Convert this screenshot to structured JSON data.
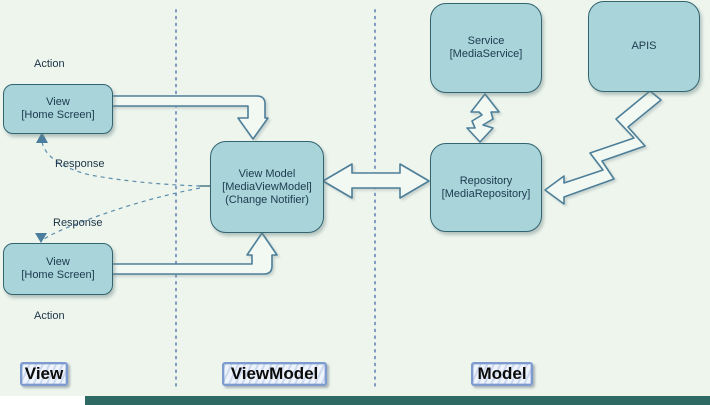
{
  "colors": {
    "background": "#edf5ed",
    "node_fill": "#a8d4da",
    "node_border": "#336570",
    "arrow_outline": "#4d7f99",
    "dashed_line": "#5d8cab",
    "dotted_divider": "#7f9ac0",
    "section_label_border": "#7e9bd0",
    "bottom_bar": "#2e6964"
  },
  "nodes": {
    "view1": {
      "lines": [
        "View",
        "[Home Screen]"
      ]
    },
    "view2": {
      "lines": [
        "View",
        "[Home Screen]"
      ]
    },
    "viewmodel": {
      "lines": [
        "View Model",
        "[MediaViewModel]",
        "(Change Notifier)"
      ]
    },
    "repository": {
      "lines": [
        "Repository",
        "[MediaRepository]"
      ]
    },
    "service": {
      "lines": [
        "Service",
        "[MediaService]"
      ]
    },
    "apis": {
      "lines": [
        "APIS"
      ]
    }
  },
  "annotations": {
    "action_top": "Action",
    "response_top": "Response",
    "response_bottom": "Response",
    "action_bottom": "Action"
  },
  "section_labels": {
    "view": "View",
    "viewmodel": "ViewModel",
    "model": "Model"
  }
}
